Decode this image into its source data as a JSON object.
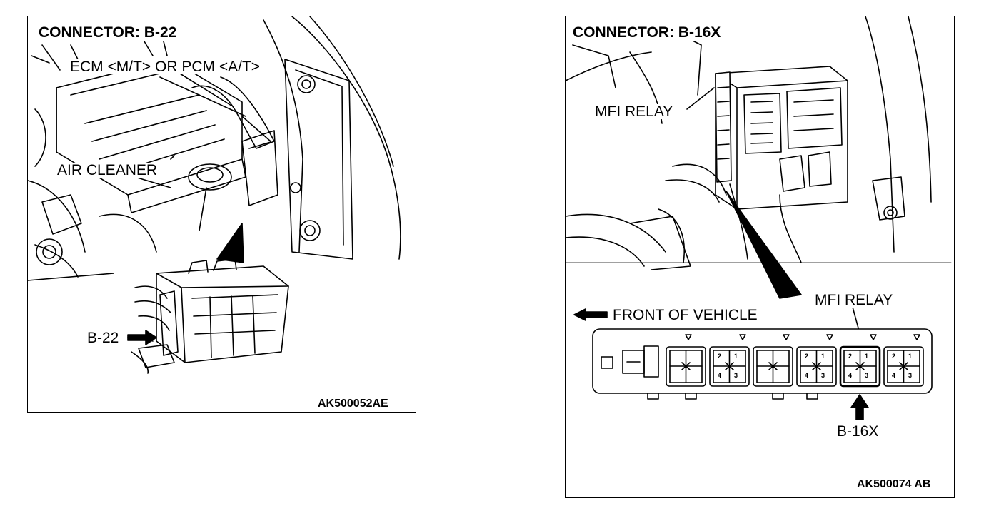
{
  "left_panel": {
    "title": "CONNECTOR: B-22",
    "callouts": {
      "ecm": "ECM <M/T> OR PCM <A/T>",
      "air_cleaner": "AIR CLEANER",
      "connector": "B-22"
    },
    "figure_id": "AK500052AE"
  },
  "right_panel": {
    "title": "CONNECTOR: B-16X",
    "callouts": {
      "relay_top": "MFI RELAY",
      "relay_block": "MFI RELAY",
      "front": "FRONT OF VEHICLE",
      "connector": "B-16X"
    },
    "figure_id": "AK500074 AB",
    "relay_pins": [
      "2",
      "1",
      "4",
      "3"
    ]
  }
}
